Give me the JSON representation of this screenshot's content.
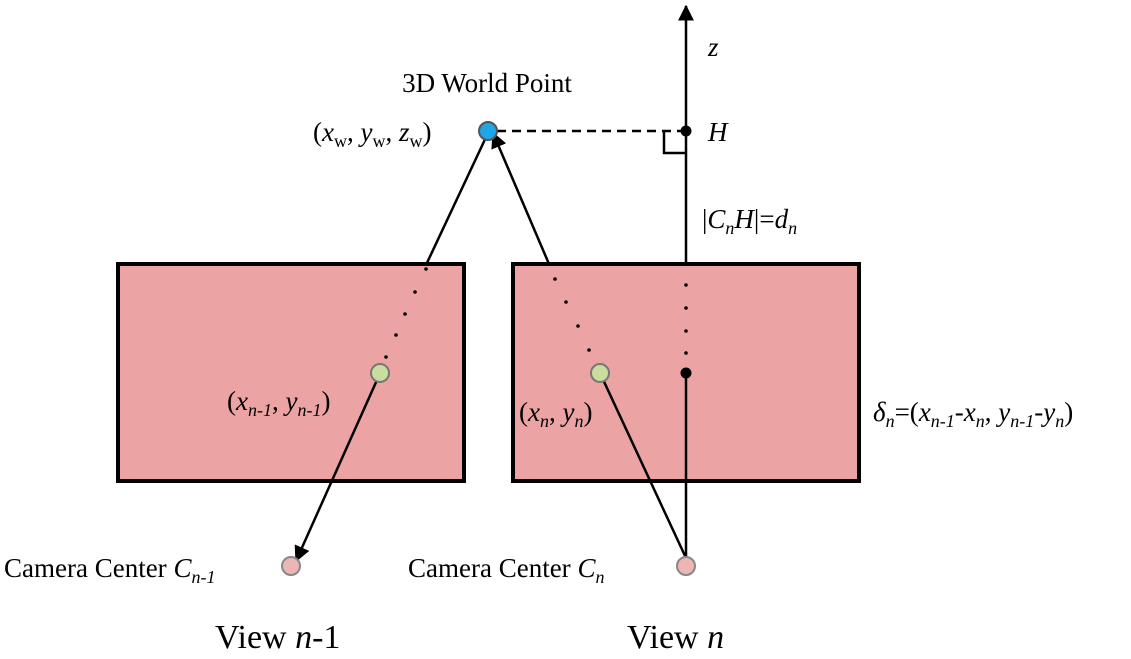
{
  "diagram": {
    "world_point": {
      "title": "3D World Point",
      "coords": {
        "open": "(",
        "x": "x",
        "x_sub": "w",
        "y": "y",
        "y_sub": "w",
        "z": "z",
        "z_sub": "w",
        "sep": ", ",
        "close": ")"
      },
      "color": "#1ea6e6"
    },
    "axis": {
      "label": "z"
    },
    "foot_point": {
      "label": "H"
    },
    "distance": {
      "bar_left": "|",
      "C": "C",
      "C_sub": "n",
      "H": "H",
      "bar_right": "|",
      "eq": "=",
      "d": "d",
      "d_sub": "n"
    },
    "view_left": {
      "title_prefix": "View ",
      "title_var": "n",
      "title_suffix": "-1",
      "fill": "#eca3a4",
      "image_point": {
        "open": "(",
        "x": "x",
        "x_sub": "n-1",
        "sep": ", ",
        "y": "y",
        "y_sub": "n-1",
        "close": ")",
        "color": "#c9dd9e"
      },
      "camera": {
        "label": "Camera Center ",
        "var": "C",
        "var_sub": "n-1",
        "color": "#ecb6b5"
      }
    },
    "view_right": {
      "title_prefix": "View ",
      "title_var": "n",
      "fill": "#eca3a4",
      "image_point": {
        "open": "(",
        "x": "x",
        "x_sub": "n",
        "sep": ", ",
        "y": "y",
        "y_sub": "n",
        "close": ")",
        "color": "#c9dd9e"
      },
      "camera": {
        "label": "Camera Center ",
        "var": "C",
        "var_sub": "n",
        "color": "#ecb6b5"
      }
    },
    "disparity": {
      "delta": "δ",
      "delta_sub": "n",
      "eq_open": "=(",
      "x1": "x",
      "x1_sub": "n-1",
      "dash1": "-",
      "x2": "x",
      "x2_sub": "n",
      "sep": ", ",
      "y1": "y",
      "y1_sub": "n-1",
      "dash2": "-",
      "y2": "y",
      "y2_sub": "n",
      "close": ")"
    }
  }
}
